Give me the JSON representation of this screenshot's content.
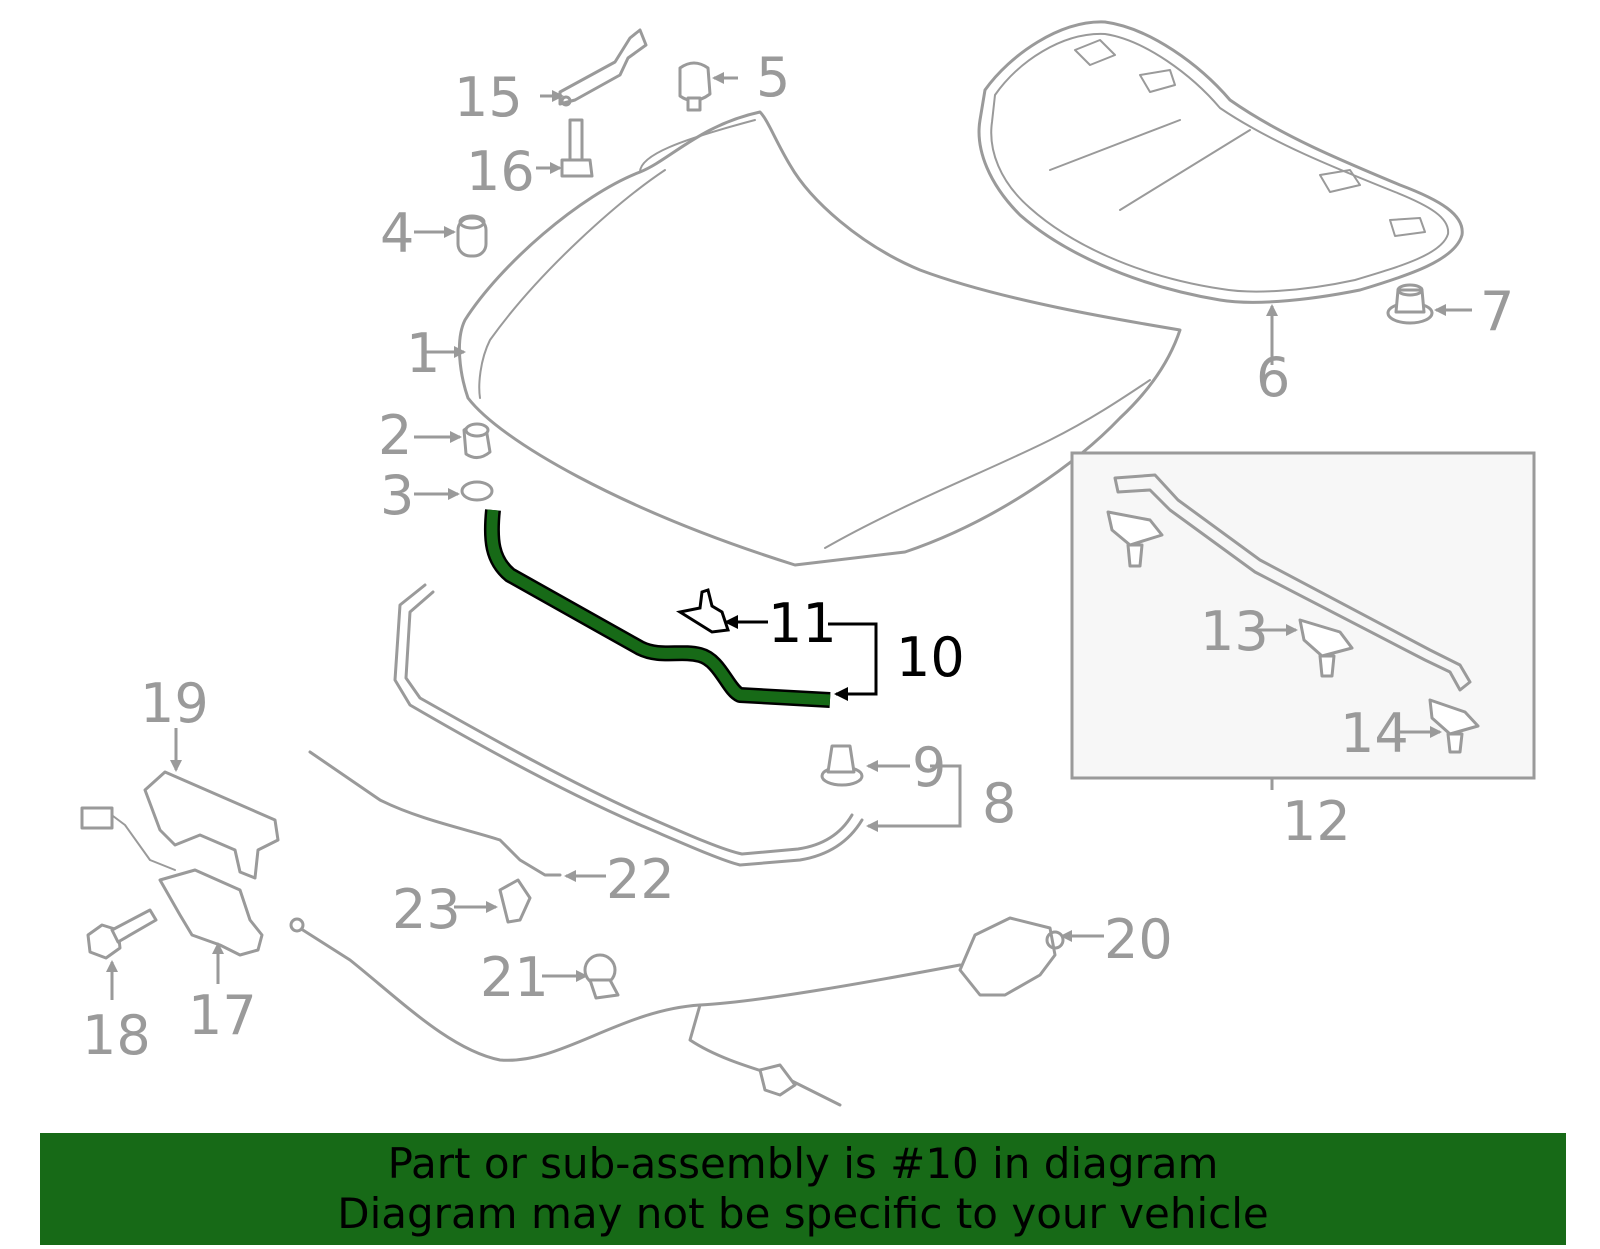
{
  "diagram": {
    "highlight_color": "#176a17",
    "labels": {
      "l1": "1",
      "l2": "2",
      "l3": "3",
      "l4": "4",
      "l5": "5",
      "l6": "6",
      "l7": "7",
      "l8": "8",
      "l9": "9",
      "l10": "10",
      "l11": "11",
      "l12": "12",
      "l13": "13",
      "l14": "14",
      "l15": "15",
      "l16": "16",
      "l17": "17",
      "l18": "18",
      "l19": "19",
      "l20": "20",
      "l21": "21",
      "l22": "22",
      "l23": "23"
    }
  },
  "banner": {
    "line1": "Part or sub-assembly is #10 in diagram",
    "line2": "Diagram may not be specific to your vehicle"
  }
}
